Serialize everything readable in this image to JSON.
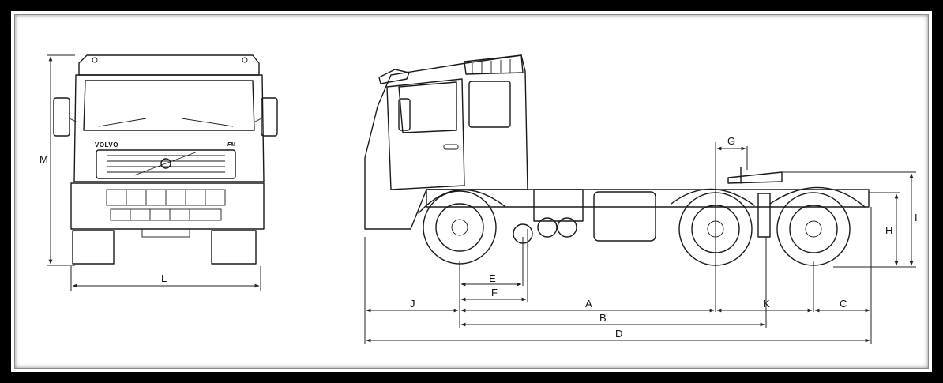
{
  "front_view": {
    "brand_badge": "VOLVO",
    "model_badge": "FM",
    "dimension_height_label": "M",
    "dimension_width_label": "L"
  },
  "side_view": {
    "dimensions": {
      "E": "E",
      "F": "F",
      "J": "J",
      "A": "A",
      "K": "K",
      "C": "C",
      "B": "B",
      "D": "D",
      "G": "G",
      "H": "H",
      "I": "I"
    }
  }
}
